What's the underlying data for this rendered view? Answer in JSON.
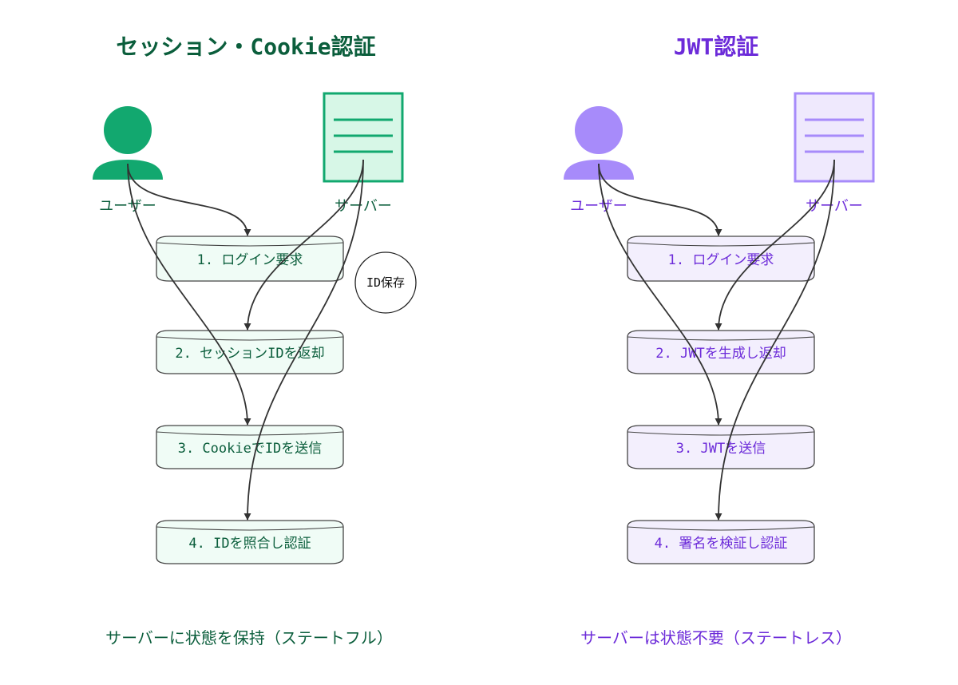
{
  "session": {
    "title": "セッション・Cookie認証",
    "user_label": "ユーザー",
    "server_label": "サーバー",
    "steps": [
      "1. ログイン要求",
      "2. セッションIDを返却",
      "3. CookieでIDを送信",
      "4. IDを照合し認証"
    ],
    "note": "ID保存",
    "caption": "サーバーに状態を保持（ステートフル）",
    "colors": {
      "text": "#0b5e3c",
      "icon": "#12a86f",
      "box_fill": "#f0fcf6",
      "server_fill": "#d7f7e7"
    }
  },
  "jwt": {
    "title": "JWT認証",
    "user_label": "ユーザー",
    "server_label": "サーバー",
    "steps": [
      "1. ログイン要求",
      "2. JWTを生成し返却",
      "3. JWTを送信",
      "4. 署名を検証し認証"
    ],
    "caption": "サーバーは状態不要（ステートレス）",
    "colors": {
      "text": "#6c2bd9",
      "icon": "#a78bfa",
      "box_fill": "#f3effd",
      "server_fill": "#efe9fd"
    }
  }
}
